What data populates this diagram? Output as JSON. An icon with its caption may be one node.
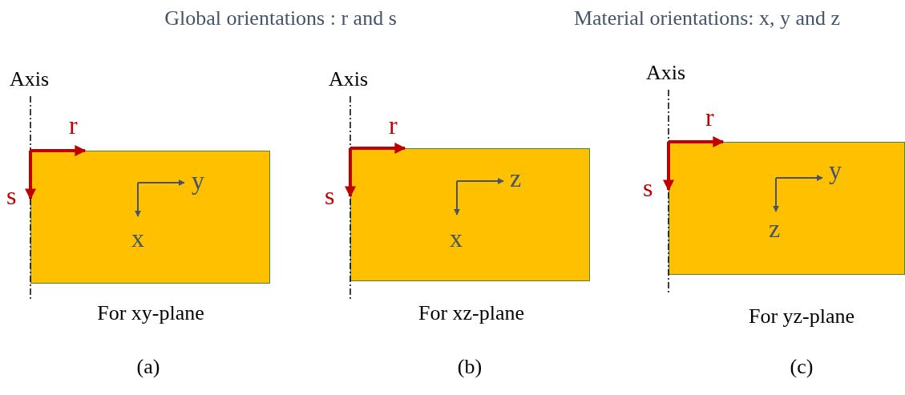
{
  "diagram": {
    "nodes": [
      {
        "text": [
          "y",
          "x"
        ],
        "beside": [
          "For xy-plane"
        ]
      },
      {
        "text": [
          "z",
          "x"
        ],
        "beside": [
          "For xz-plane"
        ]
      },
      {
        "text": [
          "y",
          "z"
        ],
        "beside": [
          "For yz-plane"
        ]
      }
    ],
    "labels": [
      "Global orientations : r and s",
      "Material orientations: x, y and z",
      "Axis",
      "r",
      "s",
      "Axis",
      "r",
      "s",
      "Axis",
      "r",
      "s",
      "(a)",
      "(b)",
      "(c)"
    ]
  }
}
